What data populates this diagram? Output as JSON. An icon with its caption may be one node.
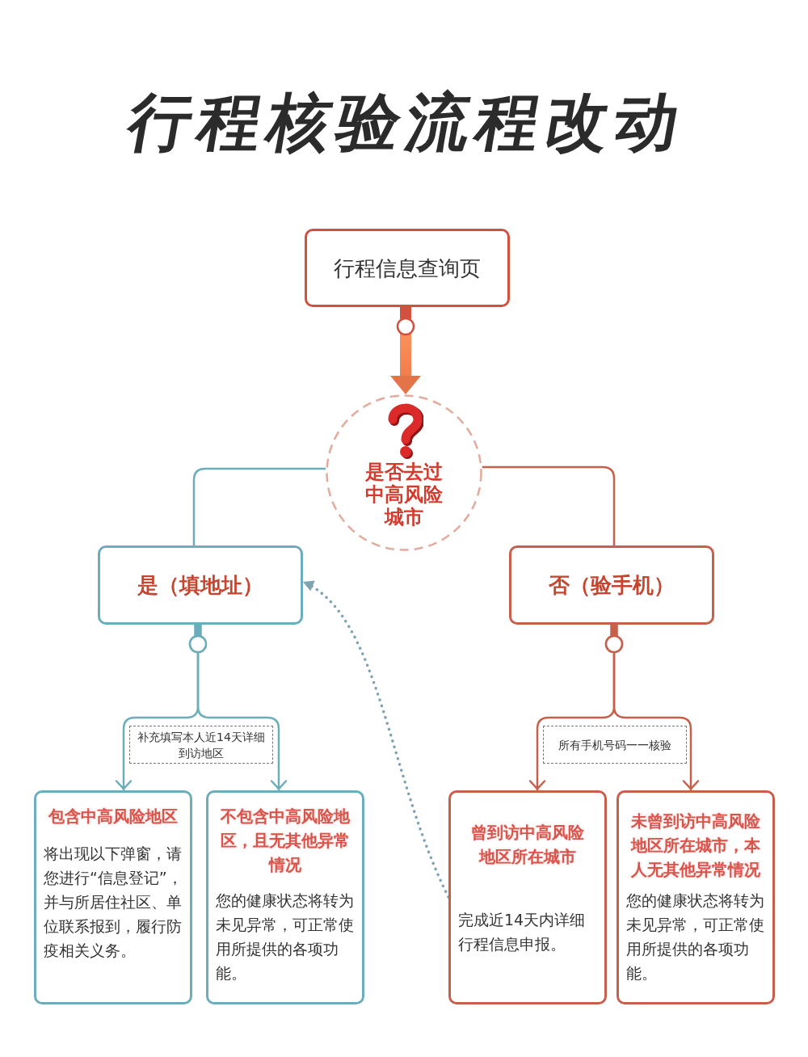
{
  "diagram": {
    "title": "行程核验流程改动",
    "nodes": [
      {
        "text": [
          "行程信息查询页"
        ]
      },
      {
        "text": [
          "是否去过中高风险城市"
        ]
      },
      {
        "text": [
          "是（填地址）"
        ]
      },
      {
        "text": [
          "否（验手机）"
        ]
      },
      {
        "text": [
          "包含中高风险地区",
          "将出现以下弹窗，请您进行“信息登记”，并与所居住社区、单位联系报到，履行防疫相关义务。"
        ]
      },
      {
        "text": [
          "不包含中高风险地区，且无其他异常情况",
          "您的健康状态将转为未见异常，可正常使用所提供的各项功能。"
        ]
      },
      {
        "text": [
          "曾到访中高风险地区所在城市",
          "完成近14天内详细行程信息申报。"
        ]
      },
      {
        "text": [
          "未曾到访中高风险地区所在城市，本人无其他异常情况",
          "您的健康状态将转为未见异常，可正常使用所提供的各项功能。"
        ]
      }
    ],
    "edges": [
      {
        "from": 0,
        "to": 1,
        "arrow": "to",
        "style": "thick",
        "color": "#ee7a4c"
      },
      {
        "from": 1,
        "to": 2,
        "arrow": "none",
        "color": "#6cadbb"
      },
      {
        "from": 1,
        "to": 3,
        "arrow": "none",
        "color": "#c6604a"
      },
      {
        "from": 2,
        "to": 4,
        "arrow": "to",
        "label": "补充填写本人近14天详细到访地区",
        "color": "#6cadbb"
      },
      {
        "from": 2,
        "to": 5,
        "arrow": "to",
        "color": "#6cadbb"
      },
      {
        "from": 3,
        "to": 6,
        "arrow": "to",
        "label": "所有手机号码一一核验",
        "color": "#c6604a"
      },
      {
        "from": 3,
        "to": 7,
        "arrow": "to",
        "color": "#c6604a"
      },
      {
        "from": 6,
        "to": 2,
        "arrow": "to",
        "style": "dashed",
        "color": "#7fa3b0"
      }
    ]
  }
}
